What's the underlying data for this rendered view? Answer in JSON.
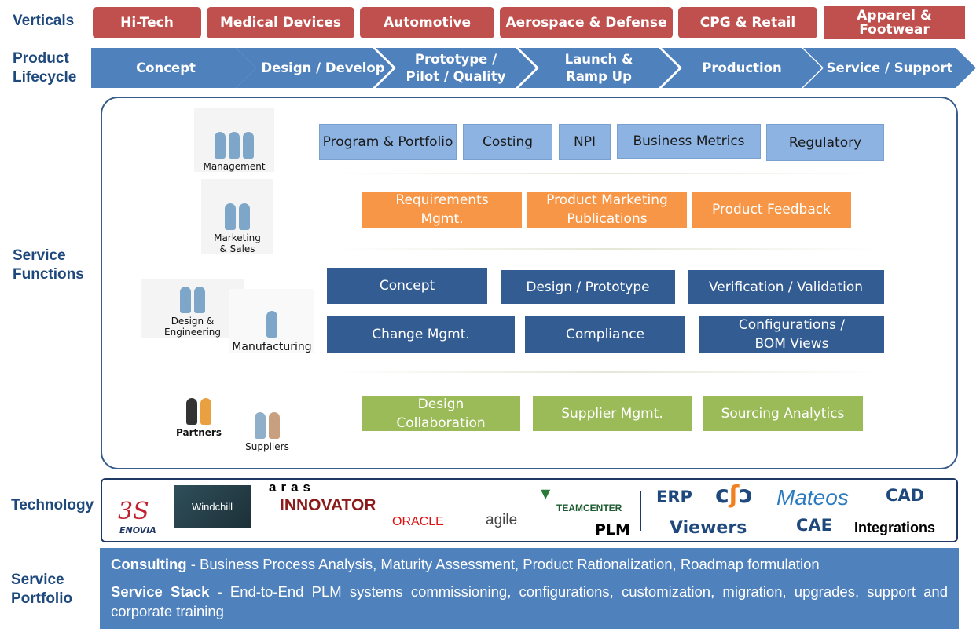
{
  "labels": {
    "verticals": "Verticals",
    "lifecycle": "Product Lifecycle",
    "functions": "Service Functions",
    "technology": "Technology",
    "portfolio": "Service Portfolio"
  },
  "verticals": [
    "Hi-Tech",
    "Medical Devices",
    "Automotive",
    "Aerospace & Defense",
    "CPG & Retail",
    "Apparel & Footwear"
  ],
  "lifecycle": [
    "Concept",
    "Design / Develop",
    "Prototype / Pilot / Quality",
    "Launch & Ramp Up",
    "Production",
    "Service / Support"
  ],
  "roles": {
    "management": "Management",
    "marketing": "Marketing & Sales",
    "design": "Design & Engineering",
    "manufacturing": "Manufacturing",
    "partners": "Partners",
    "suppliers": "Suppliers"
  },
  "management_functions": [
    "Program & Portfolio",
    "Costing",
    "NPI",
    "Business Metrics",
    "Regulatory"
  ],
  "marketing_functions": [
    "Requirements Mgmt.",
    "Product Marketing Publications",
    "Product Feedback"
  ],
  "engineering_functions": [
    "Concept",
    "Design / Prototype",
    "Verification / Validation",
    "Change Mgmt.",
    "Compliance",
    "Configurations / BOM Views"
  ],
  "partner_functions": [
    "Design Collaboration",
    "Supplier Mgmt.",
    "Sourcing Analytics"
  ],
  "technology": {
    "logos": {
      "enovia": "ENOVIA",
      "windchill": "Windchill",
      "aras": "aras",
      "innovator": "INNOVATOR",
      "oracle": "ORACLE",
      "agile": "agile",
      "teamcenter": "TEAMCENTER",
      "mateos": "Mateos"
    },
    "plm": "PLM",
    "erp": "ERP",
    "viewers": "Viewers",
    "cad": "CAD",
    "cae": "CAE",
    "integrations": "Integrations"
  },
  "portfolio": {
    "consulting_title": "Consulting",
    "consulting_text": " - Business Process Analysis, Maturity Assessment, Product Rationalization, Roadmap formulation",
    "stack_title": "Service Stack",
    "stack_text": " - End-to-End PLM systems commissioning, configurations, customization, migration, upgrades, support and corporate training"
  },
  "colors": {
    "vertical": "#C0504D",
    "lifecycle": "#4F81BD",
    "management": "#8DB3E2",
    "marketing": "#F79646",
    "engineering": "#335C92",
    "partners": "#9BBB59",
    "title": "#1F497D"
  }
}
